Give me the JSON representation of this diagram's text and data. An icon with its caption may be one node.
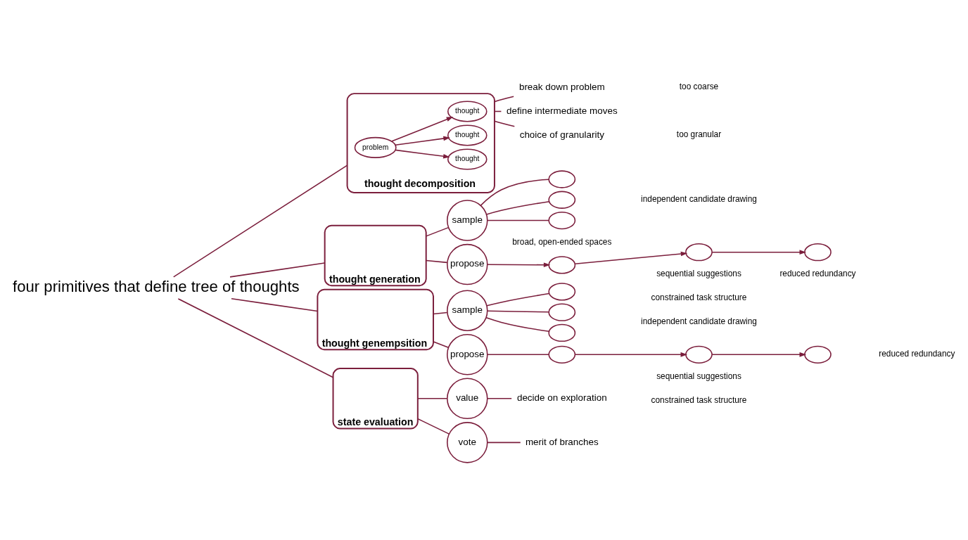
{
  "diagram": {
    "nodes": [
      {
        "text": [
          "thought decomposition"
        ]
      },
      {
        "text": [
          "problem"
        ],
        "in": 0
      },
      {
        "text": [
          "thought"
        ],
        "in": 0
      },
      {
        "text": [
          "thought"
        ],
        "in": 0
      },
      {
        "text": [
          "thought"
        ],
        "in": 0
      },
      {
        "text": [
          "break down problem"
        ]
      },
      {
        "text": [
          "define intermediate moves"
        ]
      },
      {
        "text": [
          "choice of granularity"
        ]
      },
      {
        "text": [
          "thought generation"
        ]
      },
      {
        "text": [
          "sample"
        ]
      },
      {
        "text": [],
        "shape": "cloud"
      },
      {
        "text": [],
        "shape": "cloud"
      },
      {
        "text": [],
        "shape": "cloud"
      },
      {
        "text": [
          "propose"
        ]
      },
      {
        "text": [],
        "shape": "cloud"
      },
      {
        "text": [],
        "shape": "cloud"
      },
      {
        "text": [],
        "shape": "cloud"
      },
      {
        "text": [
          "four primitives that define tree of thoughts"
        ]
      },
      {
        "text": [
          "thought genempsition"
        ]
      },
      {
        "text": [
          "sample"
        ]
      },
      {
        "text": [],
        "shape": "cloud"
      },
      {
        "text": [],
        "shape": "cloud"
      },
      {
        "text": [],
        "shape": "cloud"
      },
      {
        "text": [
          "propose"
        ]
      },
      {
        "text": [],
        "shape": "cloud"
      },
      {
        "text": [],
        "shape": "cloud"
      },
      {
        "text": [],
        "shape": "cloud"
      },
      {
        "text": [
          "state evaluation"
        ]
      },
      {
        "text": [
          "value"
        ]
      },
      {
        "text": [
          "decide on exploration"
        ]
      },
      {
        "text": [
          "vote"
        ]
      },
      {
        "text": [
          "merit of branches"
        ]
      }
    ],
    "edges": [
      {
        "from": 17,
        "to": 0,
        "arrow": "none"
      },
      {
        "from": 1,
        "to": 2,
        "arrow": "to"
      },
      {
        "from": 1,
        "to": 3,
        "arrow": "to"
      },
      {
        "from": 1,
        "to": 4,
        "arrow": "to"
      },
      {
        "from": 0,
        "to": 5,
        "arrow": "none"
      },
      {
        "from": 0,
        "to": 6,
        "arrow": "none"
      },
      {
        "from": 0,
        "to": 7,
        "arrow": "none"
      },
      {
        "from": 17,
        "to": 8,
        "arrow": "none"
      },
      {
        "from": 8,
        "to": 9,
        "arrow": "none"
      },
      {
        "from": 8,
        "to": 13,
        "arrow": "none"
      },
      {
        "from": 9,
        "to": 10,
        "arrow": "none"
      },
      {
        "from": 9,
        "to": 11,
        "arrow": "none"
      },
      {
        "from": 9,
        "to": 12,
        "arrow": "none"
      },
      {
        "from": 13,
        "to": 14,
        "arrow": "to"
      },
      {
        "from": 14,
        "to": 15,
        "arrow": "to"
      },
      {
        "from": 15,
        "to": 16,
        "arrow": "to"
      },
      {
        "from": 17,
        "to": 18,
        "arrow": "none"
      },
      {
        "from": 18,
        "to": 19,
        "arrow": "none"
      },
      {
        "from": 18,
        "to": 23,
        "arrow": "none"
      },
      {
        "from": 19,
        "to": 20,
        "arrow": "none"
      },
      {
        "from": 19,
        "to": 21,
        "arrow": "none"
      },
      {
        "from": 19,
        "to": 22,
        "arrow": "none"
      },
      {
        "from": 23,
        "to": 24,
        "arrow": "none"
      },
      {
        "from": 24,
        "to": 25,
        "arrow": "to"
      },
      {
        "from": 25,
        "to": 26,
        "arrow": "to"
      },
      {
        "from": 17,
        "to": 27,
        "arrow": "none"
      },
      {
        "from": 27,
        "to": 28,
        "arrow": "none"
      },
      {
        "from": 27,
        "to": 30,
        "arrow": "none"
      },
      {
        "from": 28,
        "to": 29,
        "arrow": "none"
      },
      {
        "from": 30,
        "to": 31,
        "arrow": "none"
      }
    ],
    "labels": [
      "too coarse",
      "independent candidate drawing",
      "broad, open-ended spaces",
      "too granular",
      "sequential suggestions",
      "reduced redundancy",
      "constrained task structure",
      "independent candidate drawing",
      "reduced redundancy",
      "sequential suggestions",
      "constrained task structure"
    ]
  }
}
